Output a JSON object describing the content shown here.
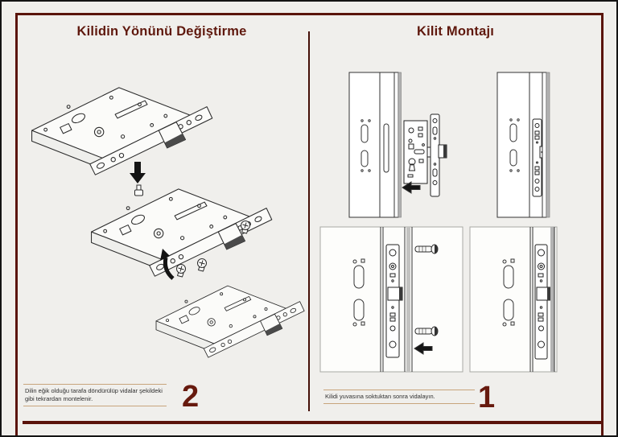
{
  "left_section": {
    "title": "Kilidin Yönünü Değiştirme",
    "caption": "Dilin eğik olduğu tarafa döndürülüp vidalar şekildeki gibi tekrardan montelenir.",
    "step_number": "2"
  },
  "right_section": {
    "title": "Kilit Montajı",
    "caption": "Kilidi yuvasına soktuktan sonra vidalayın.",
    "step_number": "1"
  },
  "icons": {
    "arrow_down": "solid black down arrow",
    "arrow_left": "solid black left arrow",
    "curved_arrow": "curved rotation arrow",
    "screw": "phillips screw"
  },
  "colors": {
    "background": "#f0efec",
    "accent_border": "#5a140b",
    "title_text": "#5f180d",
    "step_number": "#671a0e",
    "caption_rule": "#c8a47c",
    "caption_text": "#2f2f2f",
    "line_art": "#2b2b2b"
  }
}
